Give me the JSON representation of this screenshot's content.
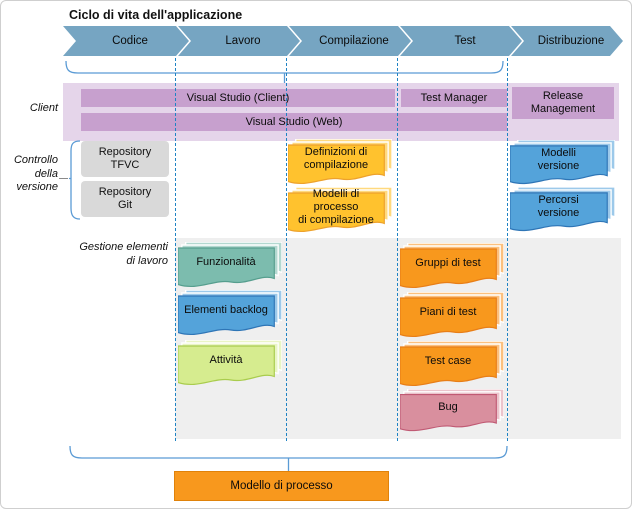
{
  "title": "Ciclo di vita dell'applicazione",
  "phases": [
    "Codice",
    "Lavoro",
    "Compilazione",
    "Test",
    "Distribuzione"
  ],
  "client": {
    "label": "Client",
    "vs_client": "Visual Studio (Client)",
    "test_manager": "Test Manager",
    "release_management": "Release\nManagement",
    "vs_web": "Visual Studio (Web)"
  },
  "version_control": {
    "label": "Controllo\ndella\nversione",
    "repo_tfvc": "Repository\nTFVC",
    "repo_git": "Repository\nGit",
    "build_definitions": "Definizioni di\ncompilazione",
    "build_process_templates": "Modelli di processo\ndi compilazione",
    "release_templates": "Modelli\nversione",
    "release_paths": "Percorsi\nversione"
  },
  "work_items": {
    "label": "Gestione elementi\ndi lavoro",
    "features": "Funzionalità",
    "backlog_items": "Elementi backlog",
    "tasks": "Attività",
    "test_suites": "Gruppi di test",
    "test_plans": "Piani di test",
    "test_cases": "Test case",
    "bugs": "Bug"
  },
  "process_model": "Modello di processo",
  "colors": {
    "arrow_band": "#76A5C2",
    "dashed_guide": "#1F83C4",
    "brace": "#5B9BD5",
    "client_band_bg": "#E5D5EA",
    "client_bar": "#C7A0CE",
    "repo_box": "#D9D9D9",
    "work_section_bg": "#EFEFEF",
    "build_flag": "#FFC22E",
    "test_flag": "#F8981D",
    "release_flag": "#54A3DA",
    "feature_flag": "#7CBCAE",
    "backlog_flag": "#54A3DA",
    "task_flag": "#D6EC8F",
    "bug_flag": "#D98F9E",
    "process_box": "#F8981D"
  }
}
